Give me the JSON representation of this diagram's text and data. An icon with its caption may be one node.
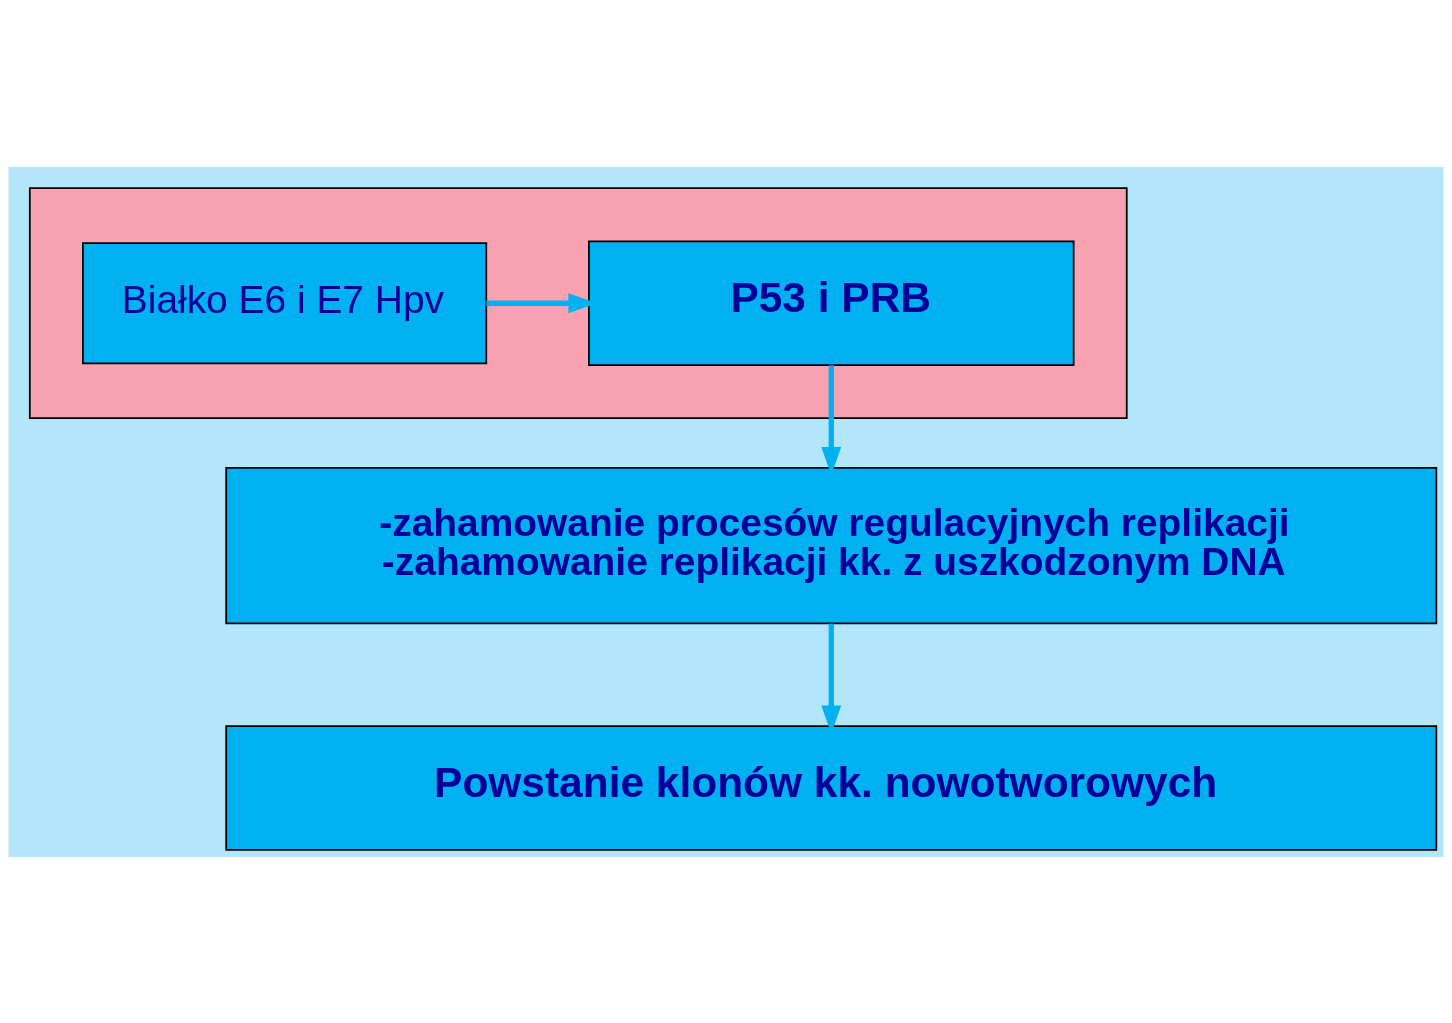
{
  "diagram": {
    "nodes": [
      {
        "text": [],
        "shape": "box"
      },
      {
        "text": [
          "Białko E6 i E7 Hpv"
        ],
        "in": 0
      },
      {
        "text": [
          "P53 i PRB"
        ],
        "in": 0
      },
      {
        "text": [
          "-zahamowanie procesów regulacyjnych replikacji",
          "-zahamowanie replikacji kk. z uszkodzonym DNA"
        ]
      },
      {
        "text": [
          "Powstanie klonów kk. nowotworowych"
        ]
      }
    ],
    "edges": [
      {
        "from": 1,
        "to": 2,
        "arrow": "to"
      },
      {
        "from": 2,
        "to": 3,
        "arrow": "to"
      },
      {
        "from": 3,
        "to": 4,
        "arrow": "to"
      }
    ]
  }
}
